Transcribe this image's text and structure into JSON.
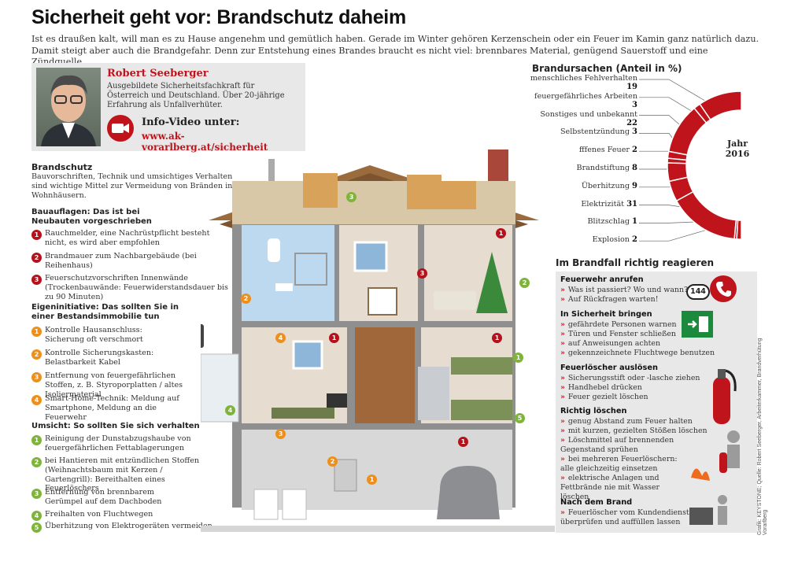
{
  "title": "Sicherheit geht vor: Brandschutz daheim",
  "intro": "Ist es draußen kalt, will man es zu Hause angenehm und gemütlich haben. Gerade im Winter gehören Kerzenschein oder ein Feuer im Kamin ganz natürlich dazu. Damit steigt aber auch die Brandgefahr. Denn zur Entstehung eines Brandes braucht es nicht viel: brennbares Material, genügend Sauerstoff und eine Zündquelle.",
  "author": {
    "name": "Robert Seeberger",
    "description": "Ausgebildete Sicherheitsfachkraft für Österreich und Deutschland. Über 20-jährige Erfahrung als Unfallverhüter.",
    "video_label": "Info-Video unter:",
    "video_url": "www.ak-vorarlberg.at/sicherheit"
  },
  "brandschutz": {
    "heading": "Brandschutz",
    "text": "Bauvorschriften, Technik und umsichtiges Verhalten sind wichtige Mittel zur Vermeidung von Bränden in Wohnhäusern."
  },
  "bauauflagen": {
    "heading": "Bauauflagen: Das ist bei Neubauten vorgeschrieben",
    "items": [
      {
        "n": "1",
        "text": "Rauchmelder, eine Nachrüstpflicht besteht nicht, es wird aber empfohlen"
      },
      {
        "n": "2",
        "text": "Brandmauer zum Nachbargebäude (bei Reihenhaus)"
      },
      {
        "n": "3",
        "text": "Feuerschutzvorschriften Innenwände (Trockenbauwände: Feuerwiderstandsdauer bis zu 90 Minuten)"
      }
    ]
  },
  "eigeninitiative": {
    "heading": "Eigeninitiative: Das sollten Sie in einer Bestandsimmobilie tun",
    "items": [
      {
        "n": "1",
        "text": "Kontrolle Hausanschluss: Sicherung oft verschmort"
      },
      {
        "n": "2",
        "text": "Kontrolle Sicherungskasten: Belastbarkeit Kabel"
      },
      {
        "n": "3",
        "text": "Entfernung von feuergefährlichen Stoffen, z. B. Styroporplatten / altes Isoliermaterial"
      },
      {
        "n": "4",
        "text": "Smart-Home-Technik: Meldung auf Smartphone, Meldung an die Feuerwehr"
      }
    ]
  },
  "umsicht": {
    "heading": "Umsicht: So sollten Sie sich verhalten",
    "items": [
      {
        "n": "1",
        "text": "Reinigung der Dunstabzugshaube von feuergefährlichen Fettablagerungen"
      },
      {
        "n": "2",
        "text": "bei Hantieren mit entzündlichen Stoffen (Weihnachtsbaum mit Kerzen / Gartengrill): Bereithalten eines Feuerlöschers"
      },
      {
        "n": "3",
        "text": "Entfernung von brennbarem Gerümpel auf dem Dachboden"
      },
      {
        "n": "4",
        "text": "Freihalten von Fluchtwegen"
      },
      {
        "n": "5",
        "text": "Überhitzung von Elektrogeräten vermeiden"
      }
    ]
  },
  "chart_data": {
    "type": "pie",
    "title": "Brandursachen (Anteil in %)",
    "center_label": "Jahr 2016",
    "categories": [
      "menschliches Fehlverhalten",
      "feuergefährliches Arbeiten",
      "Sonstiges und unbekannt",
      "Selbstentzündung",
      "fffenes Feuer",
      "Brandstiftung",
      "Überhitzung",
      "Elektrizität",
      "Blitzschlag",
      "Explosion"
    ],
    "values": [
      19,
      3,
      22,
      3,
      2,
      8,
      9,
      31,
      1,
      2
    ],
    "color": "#c0141c"
  },
  "brandfall": {
    "heading": "Im Brandfall richtig reagieren",
    "sections": [
      {
        "title": "Feuerwehr anrufen",
        "lines": [
          "Was ist passiert? Wo und wann?",
          "Auf Rückfragen warten!"
        ]
      },
      {
        "title": "In Sicherheit bringen",
        "lines": [
          "gefährdete Personen warnen",
          "Türen und Fenster schließen",
          "auf Anweisungen achten",
          "gekennzeichnete Fluchtwege benutzen"
        ]
      },
      {
        "title": "Feuerlöscher auslösen",
        "lines": [
          "Sicherungsstift oder -lasche ziehen",
          "Handhebel drücken",
          "Feuer gezielt löschen"
        ]
      },
      {
        "title": "Richtig löschen",
        "lines": [
          "genug Abstand zum Feuer halten",
          "mit kurzen, gezielten Stößen löschen",
          "Löschmittel auf brennenden Gegenstand sprühen",
          "bei mehreren Feuerlöschern: alle gleichzeitig einsetzen",
          "elektrische Anlagen und Fettbrände nie mit Wasser löschen"
        ]
      },
      {
        "title": "Nach dem Brand",
        "lines": [
          "Feuerlöscher vom Kundendienst überprüfen und auffüllen lassen"
        ]
      }
    ],
    "phone_number": "144"
  },
  "credit": "Grafik: KEYSTONE; Quelle: Robert Seeberger, Arbeiterkammer, Brandverhütung Vorarlberg",
  "colors": {
    "red": "#b5121b",
    "orange": "#ee8f1c",
    "green": "#7fb43a"
  }
}
